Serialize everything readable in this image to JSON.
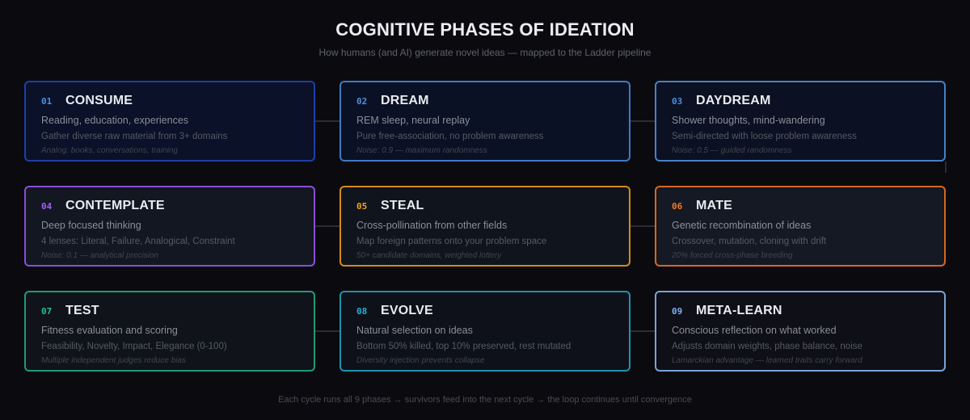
{
  "header": {
    "title": "COGNITIVE PHASES OF IDEATION",
    "subtitle": "How humans (and AI) generate novel ideas — mapped to the Ladder pipeline"
  },
  "footer": {
    "text": "Each cycle runs all 9 phases → survivors feed into the next cycle → the loop continues until convergence"
  },
  "colors": {
    "background": "#0b0b0f",
    "connector": "#2a2d33"
  },
  "phases": [
    {
      "num": "01",
      "name": "CONSUME",
      "line1": "Reading, education, experiences",
      "line2": "Gather diverse raw material from 3+ domains",
      "line3": "Analog: books, conversations, training",
      "border": "#1e3fa6",
      "numColor": "#4a8fe0",
      "bg": "#0a1128"
    },
    {
      "num": "02",
      "name": "DREAM",
      "line1": "REM sleep, neural replay",
      "line2": "Pure free-association, no problem awareness",
      "line3": "Noise: 0.9 — maximum randomness",
      "border": "#3f79c4",
      "numColor": "#4a8fe0",
      "bg": "#0b1124"
    },
    {
      "num": "03",
      "name": "DAYDREAM",
      "line1": "Shower thoughts, mind-wandering",
      "line2": "Semi-directed with loose problem awareness",
      "line3": "Noise: 0.5 — guided randomness",
      "border": "#4682c8",
      "numColor": "#4a8fe0",
      "bg": "#0b1122"
    },
    {
      "num": "04",
      "name": "CONTEMPLATE",
      "line1": "Deep focused thinking",
      "line2": "4 lenses: Literal, Failure, Analogical, Constraint",
      "line3": "Noise: 0.1 — analytical precision",
      "border": "#8a4fd6",
      "numColor": "#a35ef0",
      "bg": "#121722"
    },
    {
      "num": "05",
      "name": "STEAL",
      "line1": "Cross-pollination from other fields",
      "line2": "Map foreign patterns onto your problem space",
      "line3": "50+ candidate domains, weighted lottery",
      "border": "#d48a1c",
      "numColor": "#f0a020",
      "bg": "#10141d"
    },
    {
      "num": "06",
      "name": "MATE",
      "line1": "Genetic recombination of ideas",
      "line2": "Crossover, mutation, cloning with drift",
      "line3": "20% forced cross-phase breeding",
      "border": "#d9661e",
      "numColor": "#f07a28",
      "bg": "#141923"
    },
    {
      "num": "07",
      "name": "TEST",
      "line1": "Fitness evaluation and scoring",
      "line2": "Feasibility, Novelty, Impact, Elegance (0-100)",
      "line3": "Multiple independent judges reduce bias",
      "border": "#1f9a78",
      "numColor": "#22c08e",
      "bg": "#10131a"
    },
    {
      "num": "08",
      "name": "EVOLVE",
      "line1": "Natural selection on ideas",
      "line2": "Bottom 50% killed, top 10% preserved, rest mutated",
      "line3": "Diversity injection prevents collapse",
      "border": "#1e93ad",
      "numColor": "#22b0d4",
      "bg": "#0e1119"
    },
    {
      "num": "09",
      "name": "META-LEARN",
      "line1": "Conscious reflection on what worked",
      "line2": "Adjusts domain weights, phase balance, noise",
      "line3": "Lamarckian advantage — learned traits carry forward",
      "border": "#7aa2d8",
      "numColor": "#7fb0ec",
      "bg": "#0e0f17"
    }
  ]
}
